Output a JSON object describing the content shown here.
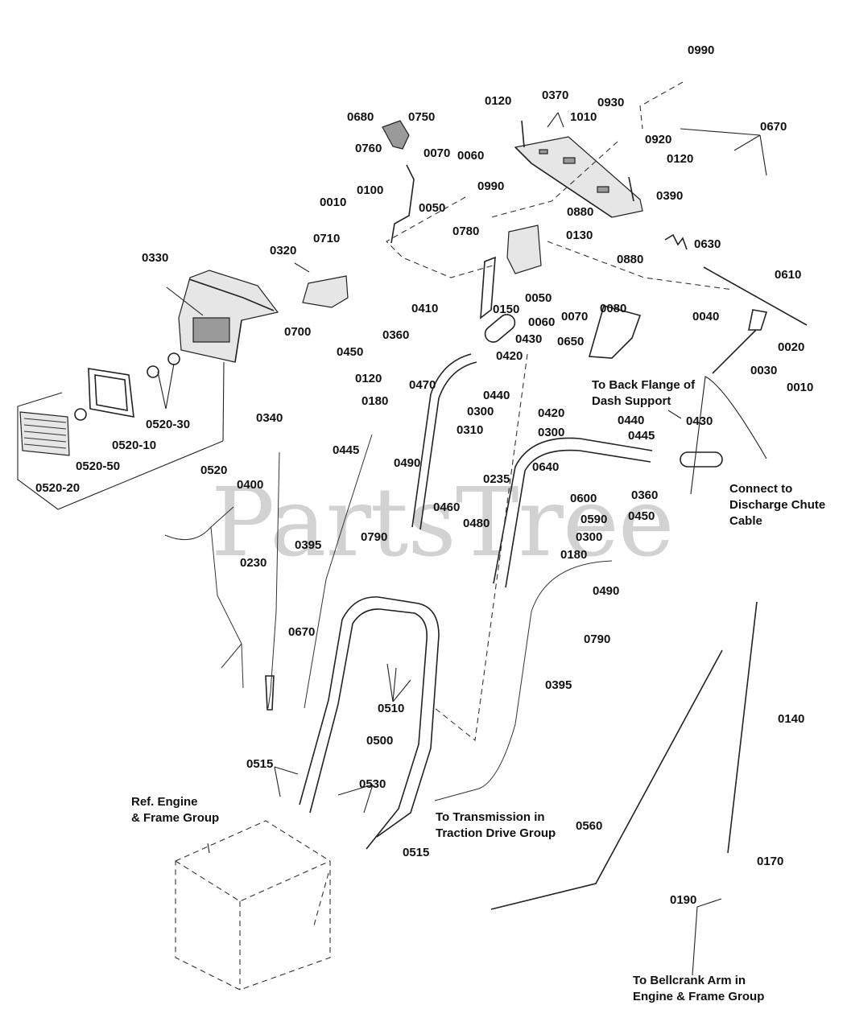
{
  "watermark": "PartsTree",
  "labels": [
    "0990",
    "0370",
    "0120",
    "0930",
    "1010",
    "0680",
    "0750",
    "0760",
    "0920",
    "0670",
    "0070",
    "0060",
    "0990",
    "0120",
    "0390",
    "0100",
    "0050",
    "0880",
    "0010",
    "0780",
    "0130",
    "0630",
    "0880",
    "0710",
    "0320",
    "0330",
    "0610",
    "0150",
    "0050",
    "0410",
    "0060",
    "0070",
    "0080",
    "0040",
    "0360",
    "0430",
    "0650",
    "0700",
    "0020",
    "0450",
    "0420",
    "0030",
    "0440",
    "0120",
    "0470",
    "0300",
    "0010",
    "0180",
    "0420",
    "0440",
    "0520-30",
    "0340",
    "0300",
    "0430",
    "0310",
    "0445",
    "0520-10",
    "0520-50",
    "0520",
    "0445",
    "0235",
    "0640",
    "0360",
    "0490",
    "0600",
    "0520-20",
    "0400",
    "0460",
    "0590",
    "0450",
    "0790",
    "0480",
    "0300",
    "0395",
    "0180",
    "0230",
    "0490",
    "0790",
    "0670",
    "0395",
    "0510",
    "0140",
    "0500",
    "0515",
    "0530",
    "0560",
    "0515",
    "0170",
    "0190"
  ],
  "notes": {
    "back_flange": "To Back Flange of\nDash Support",
    "discharge_chute": "Connect to\nDischarge Chute\nCable",
    "ref_engine": "Ref. Engine\n& Frame Group",
    "to_transmission": "To Transmission in\nTraction Drive Group",
    "to_bellcrank": "To Bellcrank Arm in\nEngine & Frame Group"
  }
}
